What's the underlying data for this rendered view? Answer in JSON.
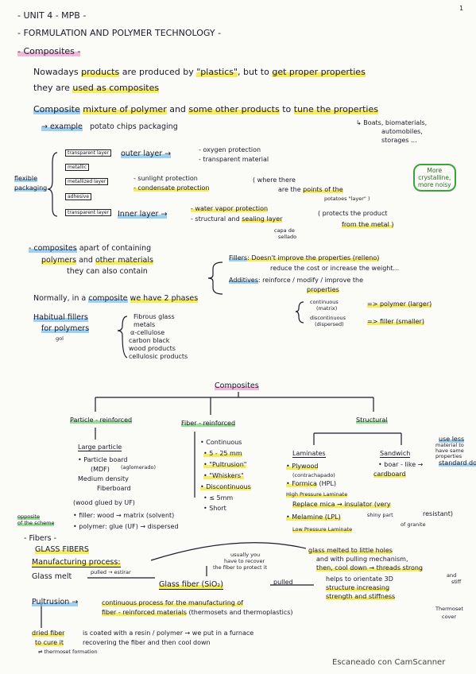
{
  "page_number": "1",
  "unit": "- UNIT 4 - MPB -",
  "subtitle": "- FORMULATION AND POLYMER TECHNOLOGY -",
  "sec_composites": "- Composites -",
  "intro1a": "Nowadays",
  "intro1b": "products",
  "intro1c": "are produced by",
  "intro1d": "\"plastics\"",
  "intro1e": ", but to",
  "intro1f": "get proper properties",
  "intro2a": "they are",
  "intro2b": "used as composites",
  "composite_label": "Composite",
  "composite_def1": "mixture of polymer",
  "composite_def2": "and",
  "composite_def3": "some other products",
  "composite_def4": "to",
  "composite_def5": "tune the properties",
  "example_label": "→ example",
  "example_text": "potato chips packaging",
  "boats_note": "↳ Boats, biomaterials,",
  "boats_note2": "automobiles,",
  "boats_note3": "storages ...",
  "layers": [
    "transparent layer",
    "metallic",
    "metallized layer",
    "adhesive",
    "transparent layer"
  ],
  "flexible_label1": "flexible",
  "flexible_label2": "packaging",
  "outer_layer": "outer layer →",
  "outer_1": "- oxygen protection",
  "outer_2": "- transparent material",
  "sunlight": "- sunlight protection",
  "condensate": "- condensate protection",
  "where_there": "( where there",
  "are_points": "are the",
  "points_of_the": "points of the",
  "potatoes_layer": "potatoes \"layer\" )",
  "inner_layer": "Inner layer →",
  "inner_1": "- water vapor protection",
  "inner_2": "- structural and",
  "inner_2b": "sealing layer",
  "protects": "( protects the product",
  "from_metal": "from the metal )",
  "capa_de": "capa de",
  "sellado": "sellado",
  "more_crystalline1": "More",
  "more_crystalline2": "crystalline,",
  "more_crystalline3": "more noisy",
  "apart1a": "- composites",
  "apart1b": "apart of containing",
  "apart2a": "polymers",
  "apart2b": "and",
  "apart2c": "other materials",
  "apart3": "they can also contain",
  "fillers_label": "Fillers",
  "fillers_text": ": Doesn't improve the properties (relleno)",
  "fillers_text2": "reduce the cost or increase the weight...",
  "additives_label": "Additives",
  "additives_text": ": reinforce / modify / improve the",
  "additives_text2": "properties",
  "normally_a": "Normally, in a",
  "normally_b": "composite",
  "normally_c": "we have 2 phases",
  "continuous": "continuous",
  "matrix": "(matrix)",
  "polymer_larger": "=> polymer (larger)",
  "discontinuous": "discontinuous",
  "dispersed": "(dispersed)",
  "filler_smaller": "=> filler (smaller)",
  "habitual_fillers": "Habitual fillers",
  "for_polymers": "for polymers",
  "gol": "gol",
  "filler_list": [
    "Fibrous glass",
    "metals",
    "α-cellulose",
    "carbon black",
    "wood products",
    "cellulosic products"
  ],
  "tree_root": "Composites",
  "particle": "Particle - reinforced",
  "fiber": "Fiber - reinforced",
  "structural": "Structural",
  "large_particle": "Large particle",
  "particle_board": "• Particle board",
  "mdf": "(MDF)",
  "aglomerado": "(aglomerado)",
  "medium_density": "Medium density",
  "fiberboard": "Fiberboard",
  "wood_glued": "(wood glued by UF)",
  "continuous_f": "• Continuous",
  "mm_range": "• 5 - 25 mm",
  "pultrusion_f": "• \"Pultrusion\"",
  "whiskers": "• \"Whiskers\"",
  "discontinuous_f": "• Discontinuous",
  "lt5mm": "• ≤ 5mm",
  "short": "• Short",
  "laminates": "Laminates",
  "sandwich": "Sandwich",
  "plywood": "• Plywood",
  "contrachapado": "(contrachapado)",
  "formica": "• Formica",
  "hpl": "(HPL)",
  "board_like": "• boar - like →",
  "cardboard": "cardboard",
  "standard_doors": "standard doors",
  "use_less": "use less",
  "material_to": "material to",
  "have_same": "have same",
  "properties_n": "properties",
  "high_pressure": "High Pressure Laminate",
  "replace_mica": "Replace mica → insulator (very",
  "resistant": "resistant)",
  "melamine": "• Melamine (LPL)",
  "shiny_part": "shiny part",
  "of_granite": "of granite",
  "low_pressure": "Low Pressure Laminate",
  "opposite1": "opposite",
  "opposite2": "of the scheme",
  "filler_wood": "• filler: wood → matrix (solvent)",
  "polymer_glue": "• polymer: glue (UF) → dispersed",
  "fibers_heading": "- Fibers -",
  "glass_fibers": "GLASS FIBERS",
  "manufacturing": "Manufacturing process:",
  "usually_you": "usually you",
  "have_to_recover": "have to recover",
  "the_fiber": "the fiber to protect it",
  "glass_melted": "glass melted to little holes",
  "pulling": "and with pulling mechanism,",
  "then_cool": "then, cool down → threads strong",
  "and": "and",
  "stiff": "stiff",
  "glass_melt": "Glass melt",
  "pulled_estirar": "pulled → estirar",
  "glass_fiber": "Glass fiber (SiO₂)",
  "pulled": "pulled",
  "helps_to": "helps to orientate 3D",
  "structure_increasing": "structure increasing",
  "strength_stiffness": "strength and stiffness",
  "pultrusion_label": "Pultrusion →",
  "pultrusion_text1": "continuous process for the manufacturing of",
  "pultrusion_text2": "fiber - reinforced materials",
  "pultrusion_text3": "(thermosets and thermoplastics)",
  "thermoset": "Thermoset",
  "cover": "cover",
  "dried_fiber": "dried fiber",
  "coated": "is coated with a resin / polymer → we put in a furnace",
  "to_cure": "to cure it",
  "recovering": "recovering the fiber and then cool down",
  "thermoset_formation": "⇌ thermoset formation",
  "footer": "Escaneado con CamScanner"
}
